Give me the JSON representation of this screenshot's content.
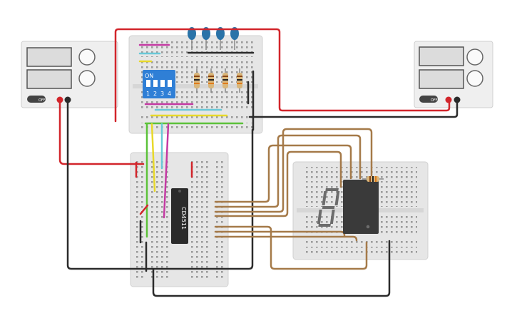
{
  "canvas": {
    "background": "#ffffff"
  },
  "power_supply_left": {
    "switch_label": "OFF"
  },
  "power_supply_right": {
    "switch_label": "OFF"
  },
  "dip_switch": {
    "on_label": "ON",
    "positions": [
      "1",
      "2",
      "3",
      "4"
    ]
  },
  "ic": {
    "part": "CD4511"
  },
  "seven_segment": {
    "digit": "8."
  },
  "leds": {
    "count": 4,
    "color": "#2a73a8"
  },
  "resistors": {
    "count": 4
  },
  "colors": {
    "breadboard": "#e6e6e6",
    "hole": "#9b9b9b",
    "wire_red": "#d2252b",
    "wire_black": "#2b2b2b",
    "wire_brown": "#a57a49",
    "wire_yellow": "#e8d92a",
    "wire_green": "#5cc23a",
    "wire_magenta": "#c43aa3",
    "wire_cyan": "#6ac9d8"
  }
}
